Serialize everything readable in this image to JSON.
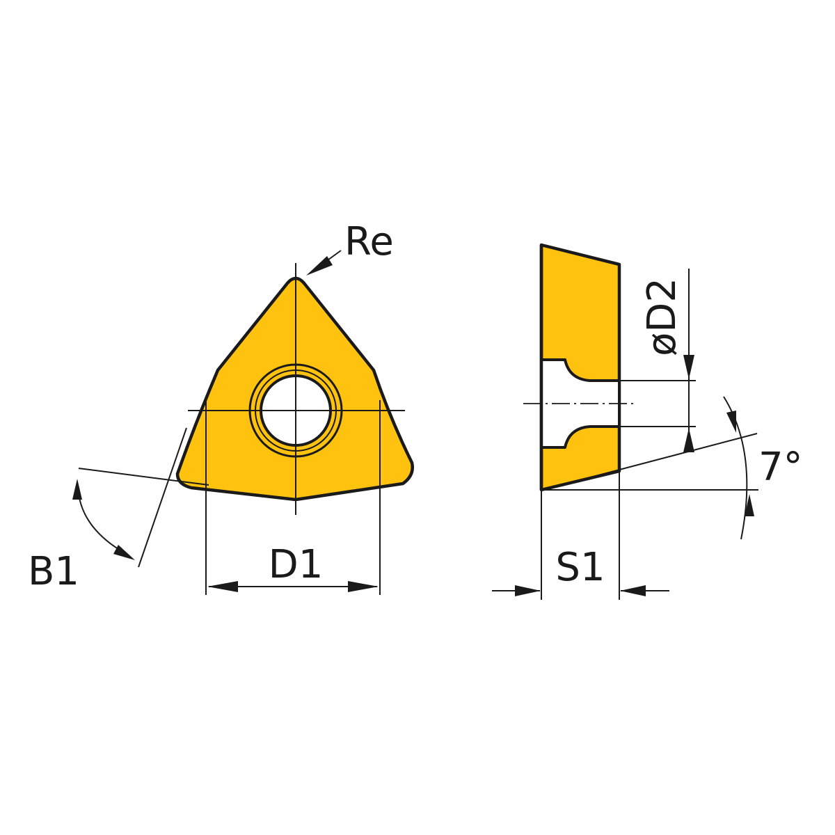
{
  "labels": {
    "corner_radius": "Re",
    "inscribed_circle": "D1",
    "corner_angle": "B1",
    "hole_diameter": "øD2",
    "thickness": "S1",
    "clearance_angle": "7°"
  },
  "colors": {
    "insert_fill": "#FFC20E",
    "line": "#1a1a1a",
    "background": "#ffffff"
  }
}
